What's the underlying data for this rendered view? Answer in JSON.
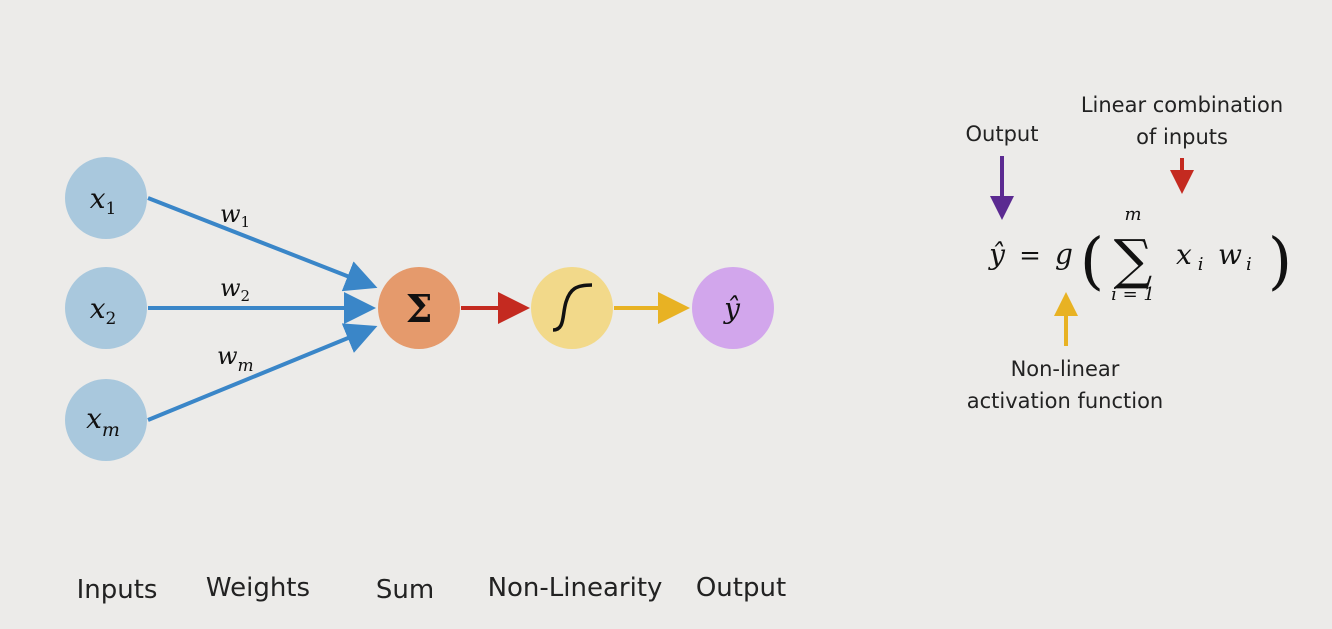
{
  "colors": {
    "background": "#ecebe9",
    "input_node": "#a9c8dd",
    "weight_arrow": "#3a86c8",
    "sum_node": "#e59a6c",
    "sum_arrow": "#c42a20",
    "nonlinearity_node": "#f2d98a",
    "nonlinearity_arrow": "#e8b223",
    "output_node": "#d2a6ec",
    "output_arrow": "#5b2a91"
  },
  "nodes": {
    "inputs": [
      {
        "var": "x",
        "sub": "1"
      },
      {
        "var": "x",
        "sub": "2"
      },
      {
        "var": "x",
        "sub": "m"
      }
    ],
    "sum_symbol": "Σ",
    "output_symbol": "ŷ"
  },
  "weights": [
    {
      "var": "w",
      "sub": "1"
    },
    {
      "var": "w",
      "sub": "2"
    },
    {
      "var": "w",
      "sub": "m"
    }
  ],
  "stage_labels": [
    "Inputs",
    "Weights",
    "Sum",
    "Non-Linearity",
    "Output"
  ],
  "equation": {
    "lhs": "ŷ",
    "equals": "=",
    "func": "g",
    "open_paren": "(",
    "close_paren": ")",
    "sum": "∑",
    "upper": "m",
    "lower": "i = 1",
    "x": "x",
    "x_sub": "i",
    "w": "w",
    "w_sub": "i"
  },
  "annotations": {
    "output": "Output",
    "linear_line1": "Linear combination",
    "linear_line2": "of inputs",
    "nonlinear_line1": "Non-linear",
    "nonlinear_line2": "activation function"
  }
}
